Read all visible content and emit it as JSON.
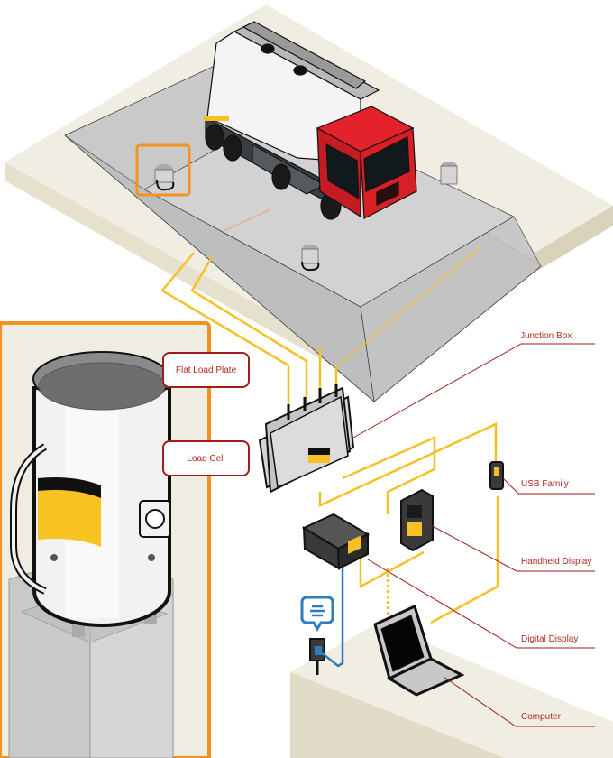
{
  "diagram": {
    "title": "Truck Scale Weighing System",
    "colors": {
      "label_red": "#b22a1f",
      "leader_line": "#a01e17",
      "cable_yellow": "#f6c026",
      "highlight_orange": "#f39221",
      "platform_beige": "#efece1",
      "truck_red": "#d71f26",
      "usb_blue": "#2f7bbf"
    },
    "labels": {
      "junction_box": "Junction Box",
      "usb_family": "USB Family",
      "handheld_display": "Handheld Display",
      "digital_display": "Digital Display",
      "computer": "Computer"
    },
    "callouts": {
      "flat_load_plate": "Flat Load Plate",
      "load_cell": "Load Cell"
    },
    "components": [
      {
        "id": "truck",
        "name": "Tanker truck on weighbridge"
      },
      {
        "id": "load_cell_1",
        "name": "Load cell (highlighted)"
      },
      {
        "id": "load_cell_2",
        "name": "Load cell"
      },
      {
        "id": "load_cell_3",
        "name": "Load cell"
      },
      {
        "id": "junction_box",
        "name": "Junction Box"
      },
      {
        "id": "digital_display",
        "name": "Digital Display"
      },
      {
        "id": "handheld_display",
        "name": "Handheld Display"
      },
      {
        "id": "usb_family",
        "name": "USB Family"
      },
      {
        "id": "computer",
        "name": "Computer"
      },
      {
        "id": "bluetooth_adapter",
        "name": "Wireless adapter"
      }
    ]
  }
}
